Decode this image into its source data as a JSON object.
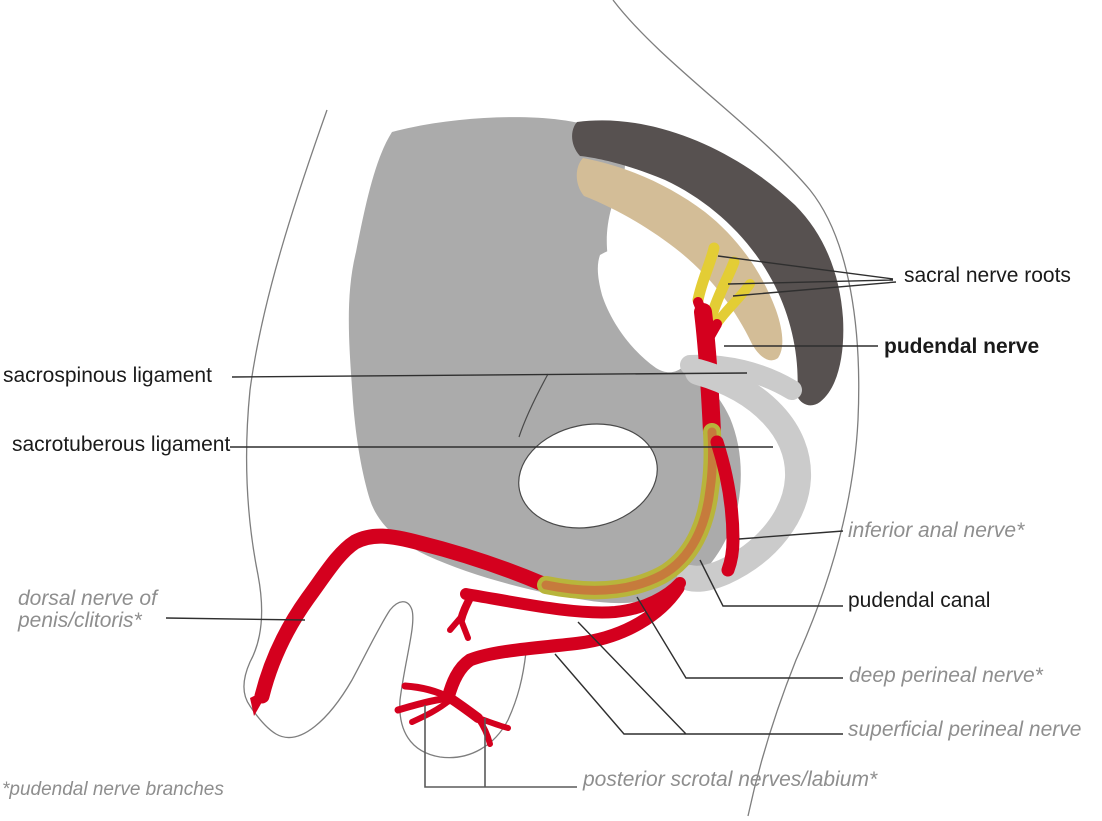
{
  "figure": {
    "type": "anatomical-diagram",
    "subject": "Pudendal nerve and its branches in the pelvis (medial view)",
    "labels": {
      "sacral_nerve_roots": "sacral nerve roots",
      "pudendal_nerve": "pudendal nerve",
      "sacrospinous_ligament": "sacrospinous ligament",
      "sacrotuberous_ligament": "sacrotuberous ligament",
      "inferior_anal_nerve": "inferior anal nerve*",
      "pudendal_canal": "pudendal canal",
      "dorsal_nerve": "dorsal nerve of\npenis/clitoris*",
      "deep_perineal_nerve": "deep perineal nerve*",
      "superficial_perineal_nerve": "superficial perineal nerve",
      "posterior_scrotal_nerves": "posterior scrotal nerves/labium*",
      "footnote": "*pudendal nerve branches"
    },
    "colors": {
      "bone_gray": "#ababab",
      "ligament_light_gray": "#cbcbcb",
      "sacrum_dark": "#575150",
      "sacrum_tan": "#d3bd97",
      "nerve_root_yellow": "#e3cd35",
      "nerve_red": "#d4001e",
      "canal_olive": "#b8b53b",
      "canal_orange": "#c67b3c",
      "label_black": "#1a1a1a",
      "label_gray": "#8e8e8e"
    }
  }
}
